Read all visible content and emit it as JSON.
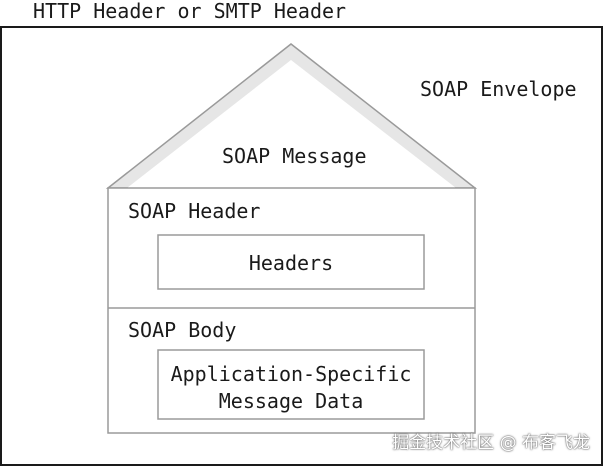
{
  "labels": {
    "outer": "HTTP Header or SMTP Header",
    "envelope": "SOAP Envelope",
    "message": "SOAP Message",
    "header": "SOAP Header",
    "headers": "Headers",
    "body": "SOAP Body",
    "app_data_line1": "Application-Specific",
    "app_data_line2": "Message Data"
  },
  "watermark": "掘金技术社区 @ 布客飞龙",
  "colors": {
    "stroke": "#9a9a9a",
    "roof_band": "#e6e6e6",
    "text": "#1a1a1a"
  }
}
